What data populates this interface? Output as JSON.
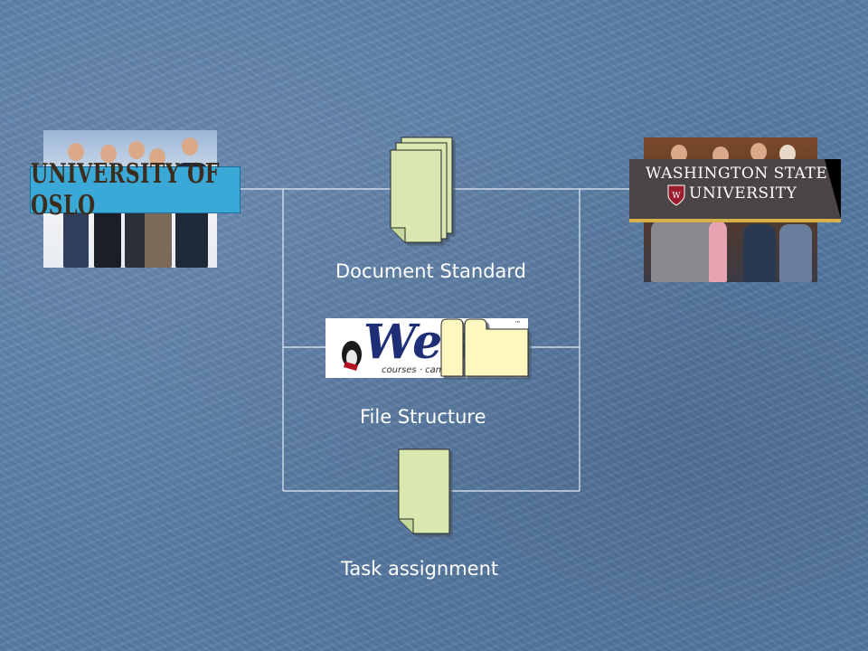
{
  "slide": {
    "background_color": "#5a7ea8",
    "connector_color": "#e6ecf4"
  },
  "left_logo": {
    "banner_text": "UNIVERSITY OF OSLO"
  },
  "right_logo": {
    "line1": "WASHINGTON STATE",
    "line2": "UNIVERSITY"
  },
  "webct_logo": {
    "wordmark": "Web",
    "tagline": "courses · camp",
    "trademark": "™"
  },
  "items": [
    {
      "label": "Document Standard",
      "icon": "stacked-documents-icon"
    },
    {
      "label": "File Structure",
      "icon": "folder-icon"
    },
    {
      "label": "Task assignment",
      "icon": "single-document-icon"
    }
  ],
  "icon_fill": "#d8e8b0",
  "folder_fill": "#fdf7c0"
}
